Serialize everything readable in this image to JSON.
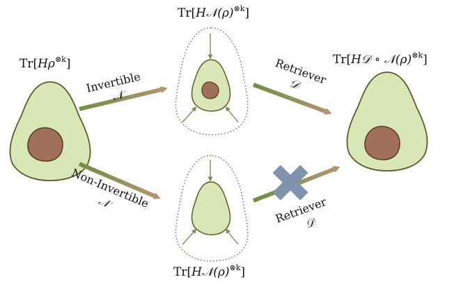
{
  "colors": {
    "avocado_flesh": "#d9e7b6",
    "avocado_outline": "#5b5a2a",
    "pit_fill": "#a0705a",
    "pit_outline": "#5c3b2a",
    "arrow_start": "#6f8f45",
    "arrow_end": "#b59272",
    "cross": "#7f93ad",
    "text": "#111111"
  },
  "labels": {
    "input_state": {
      "prefix": "Tr[",
      "body": "Hρ",
      "sup": "⊗k",
      "suffix": "]"
    },
    "invertible_output": {
      "prefix": "Tr[",
      "body": "H𝒩(ρ)",
      "sup": "⊗k",
      "suffix": "]"
    },
    "noninvertible_output": {
      "prefix": "Tr[",
      "body": "H𝒩(ρ)",
      "sup": "⊗k",
      "suffix": "]"
    },
    "retrieved_state": {
      "prefix": "Tr[",
      "body": "H𝒟 ∘ 𝒩(ρ)",
      "sup": "⊗k",
      "suffix": "]"
    },
    "invertible_arrow": {
      "line1": "Invertible",
      "line2": "𝒩"
    },
    "noninvertible_arrow": {
      "line1": "Non-Invertible",
      "line2": "𝒩"
    },
    "retriever_top": {
      "line1": "Retriever",
      "line2": "𝒟"
    },
    "retriever_bottom": {
      "line1": "Retriever",
      "line2": "𝒟"
    }
  },
  "icons": {
    "input_avocado": "avocado-icon",
    "output_avocado": "avocado-icon",
    "failed_retrieval": "cross-icon"
  }
}
